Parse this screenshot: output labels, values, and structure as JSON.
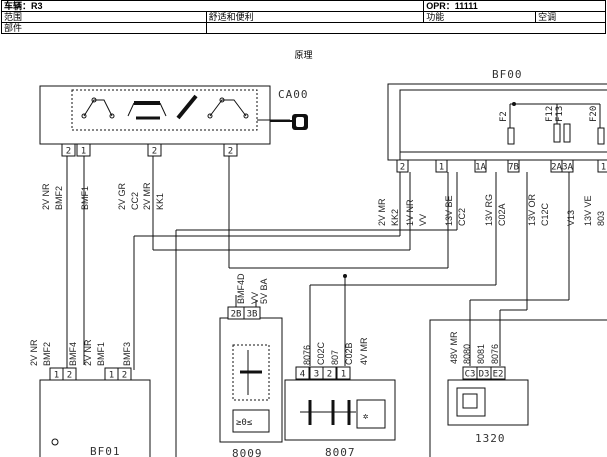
{
  "header": {
    "vehicle": "车辆：R3",
    "opr": "OPR：11111",
    "range_label": "范围",
    "range_value": "舒适和便利",
    "function_label": "功能",
    "function_value": "空调",
    "component_label": "部件",
    "section_title": "原理"
  },
  "components": {
    "ca00": "CA00",
    "bf00": "BF00",
    "bf01": "BF01",
    "c1320": "1320",
    "c8007": "8007",
    "c8009": "8009"
  },
  "fuses": [
    "F2",
    "F12",
    "F13",
    "F20"
  ],
  "ca00_pins": [
    "2",
    "1",
    "2",
    "2"
  ],
  "ca00_wires": [
    {
      "a": "2V NR",
      "b": "BMF2"
    },
    {
      "a": "",
      "b": "BMF1"
    },
    {
      "a": "2V GR",
      "b": "CC2"
    },
    {
      "a": "2V MR",
      "b": "KK1"
    }
  ],
  "bf00_pins": [
    "2",
    "1",
    "1A",
    "7B",
    "2A",
    "3A",
    "1"
  ],
  "bf00_wires": [
    {
      "a": "2V MR",
      "b": "KK2"
    },
    {
      "a": "1V NR",
      "b": "VV"
    },
    {
      "a": "13V BE",
      "b": "CC2"
    },
    {
      "a": "13V RG",
      "b": "C02A"
    },
    {
      "a": "13V OR",
      "b": "C12C"
    },
    {
      "a": "",
      "b": "V13"
    },
    {
      "a": "13V VE",
      "b": "803"
    }
  ],
  "bf01_pins": [
    "1",
    "2",
    "1",
    "2"
  ],
  "bf01_wires": [
    {
      "a": "2V NR",
      "b": "BMF2"
    },
    {
      "a": "",
      "b": "BMF4"
    },
    {
      "a": "2V NR",
      "b": "BMF1"
    },
    {
      "a": "",
      "b": "BMF3"
    }
  ],
  "c8009_pins": [
    "2B",
    "3B"
  ],
  "c8009_wires": [
    {
      "a": "",
      "b": "BMF4D"
    },
    {
      "a": "",
      "b": "VV"
    },
    {
      "a": "5V BA",
      "b": ""
    }
  ],
  "c8007_pins": [
    "4",
    "3",
    "2",
    "1"
  ],
  "c8007_wires": [
    {
      "a": "",
      "b": "8076"
    },
    {
      "a": "",
      "b": "C02C"
    },
    {
      "a": "",
      "b": "807"
    },
    {
      "a": "",
      "b": "C02B"
    },
    {
      "a": "4V MR",
      "b": ""
    }
  ],
  "c1320_pins": [
    "C3",
    "D3",
    "E2"
  ],
  "c1320_wires": [
    {
      "a": "48V MR",
      "b": "8080"
    },
    {
      "a": "",
      "b": "8081"
    },
    {
      "a": "",
      "b": "8076"
    }
  ]
}
